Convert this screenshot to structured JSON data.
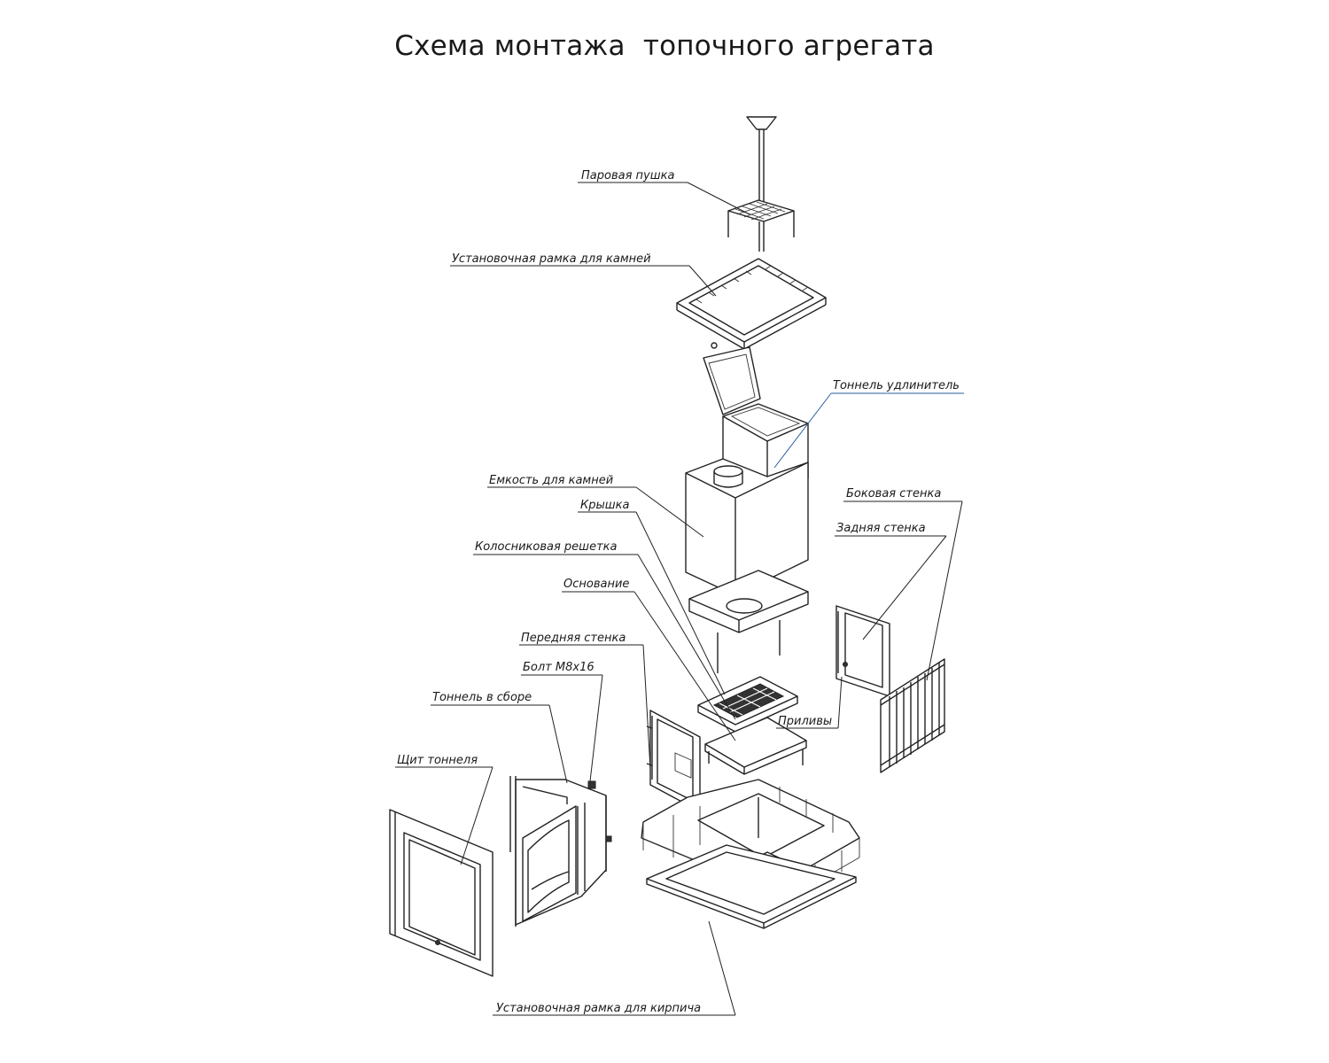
{
  "title": "Схема монтажа  топочного агрегата",
  "labels": {
    "steam_gun": "Паровая пушка",
    "stone_frame": "Установочная рамка для камней",
    "tunnel_extender": "Тоннель удлинитель",
    "stone_container": "Емкость для камней",
    "side_wall": "Боковая стенка",
    "lid": "Крышка",
    "back_wall": "Задняя стенка",
    "grate": "Колосниковая решетка",
    "base": "Основание",
    "front_wall": "Передняя стенка",
    "bolt": "Болт М8х16",
    "tunnel_assembly": "Тоннель в сборе",
    "lugs": "Приливы",
    "tunnel_shield": "Щит тоннеля",
    "brick_frame": "Установочная рамка для кирпича"
  },
  "colors": {
    "ink": "#222222",
    "callout_blue": "#2a5d9e"
  }
}
